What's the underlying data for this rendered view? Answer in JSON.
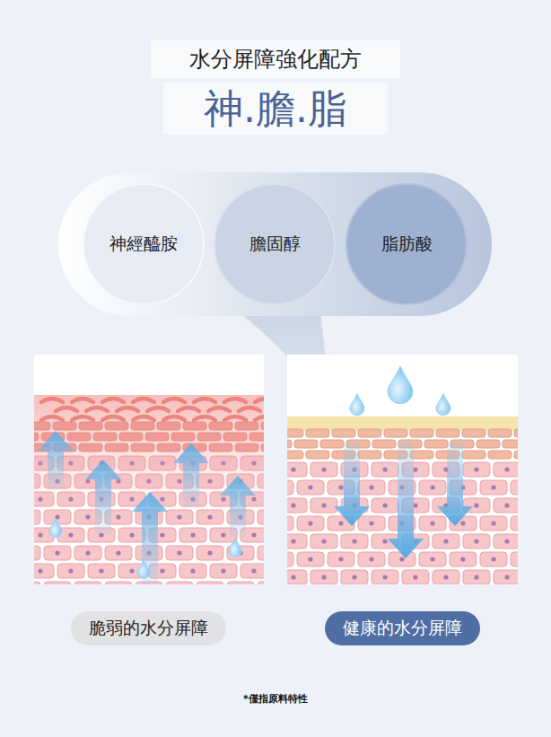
{
  "diagram": {
    "title": "水分屏障強化配方",
    "nodes": [
      {
        "text": [
          "神經醯胺"
        ]
      },
      {
        "text": [
          "膽固醇"
        ]
      },
      {
        "text": [
          "脂肪酸"
        ]
      },
      {
        "text": [
          "脆弱的水分屏障"
        ]
      },
      {
        "text": [
          "健康的水分屏障"
        ]
      }
    ],
    "labels": [
      "神.膽.脂",
      "*僅指原料特性"
    ]
  }
}
